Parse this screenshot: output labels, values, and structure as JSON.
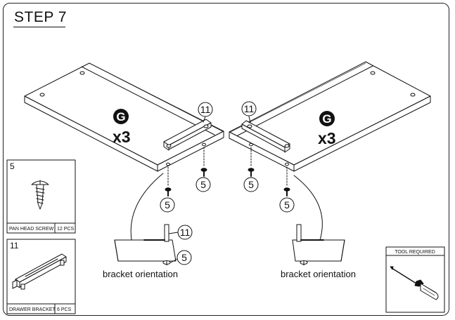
{
  "title": "STEP 7",
  "left_panel": {
    "letter": "G",
    "quantity": "x3",
    "callouts": [
      "11",
      "5",
      "5"
    ]
  },
  "right_panel": {
    "letter": "G",
    "quantity": "x3",
    "callouts": [
      "11",
      "5",
      "5"
    ]
  },
  "left_detail": {
    "callouts": [
      "11",
      "5"
    ],
    "caption": "bracket orientation"
  },
  "right_detail": {
    "caption": "bracket orientation"
  },
  "parts": [
    {
      "number": "5",
      "name": "PAN HEAD SCREW",
      "qty": "12 PCS"
    },
    {
      "number": "11",
      "name": "DRAWER BRACKET",
      "qty": "6 PCS"
    }
  ],
  "tool": {
    "header": "TOOL REQUIRED",
    "icon": "screwdriver-icon"
  }
}
